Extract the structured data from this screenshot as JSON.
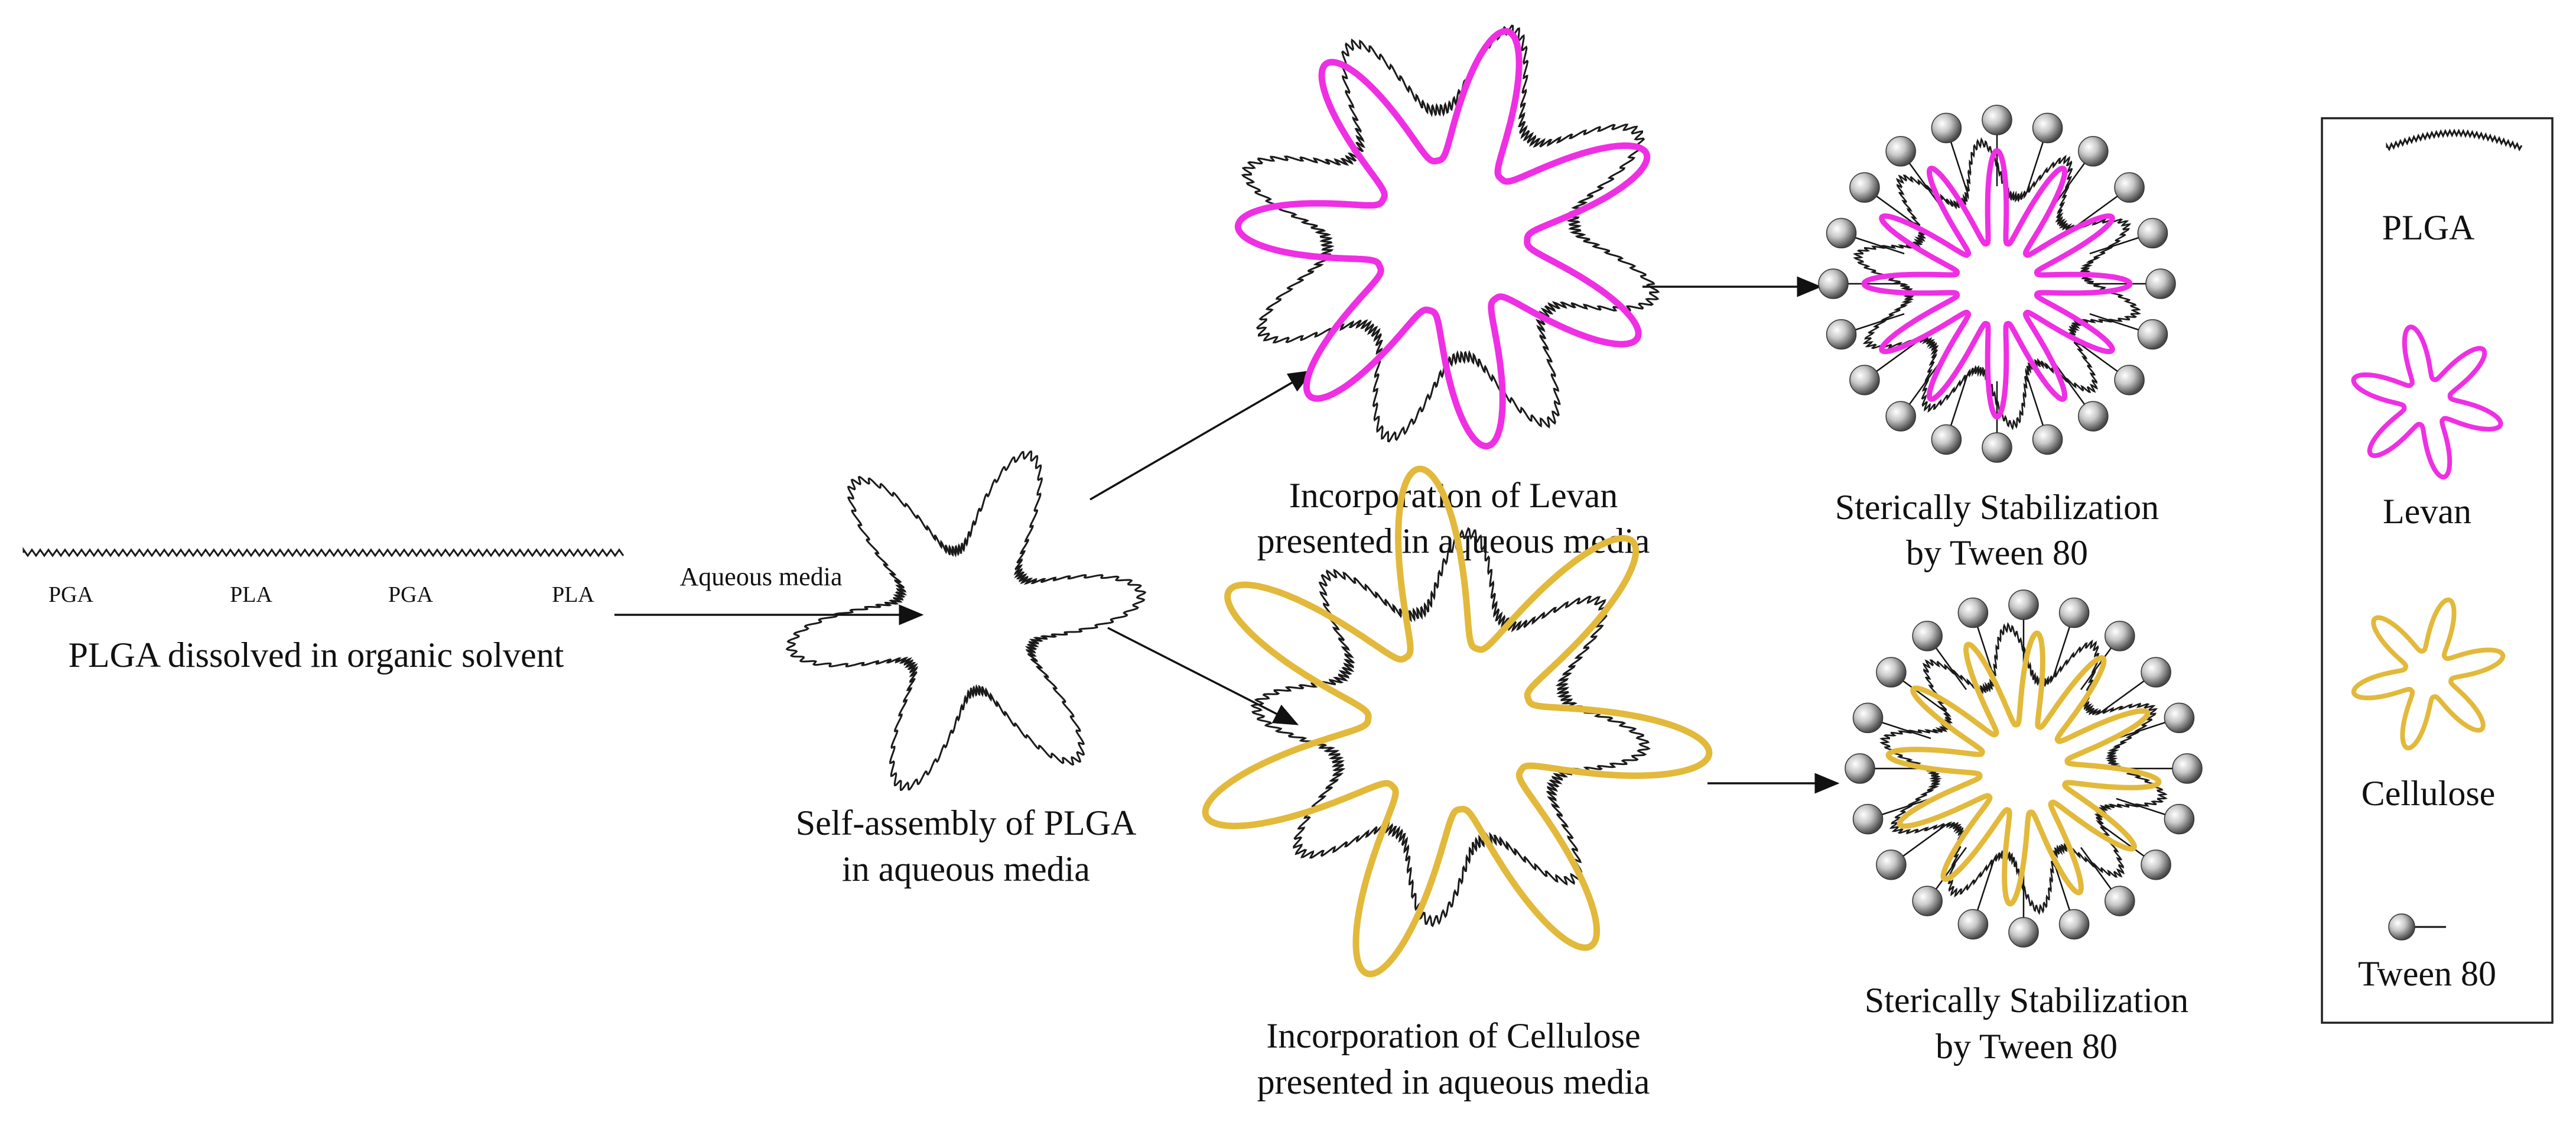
{
  "colors": {
    "levan": "#ef2fe4",
    "cellulose": "#e2b93b",
    "plga": "#1a1a1a",
    "tween_ball": "#9a9a9a"
  },
  "chain": {
    "segments": [
      "PGA",
      "PLA",
      "PGA",
      "PLA"
    ],
    "caption": "PLGA dissolved in organic solvent"
  },
  "arrow_main_label": "Aqueous media",
  "self_assembly_caption": [
    "Self-assembly of PLGA",
    "in aqueous media"
  ],
  "levan_caption": [
    "Incorporation of Levan",
    "presented in aqueous media"
  ],
  "cellulose_caption": [
    "Incorporation of Cellulose",
    "presented in aqueous media"
  ],
  "stabilization_top_caption": [
    "Sterically Stabilization",
    "by Tween 80"
  ],
  "stabilization_bottom_caption": [
    "Sterically Stabilization",
    "by Tween 80"
  ],
  "legend": {
    "items": [
      {
        "label": "PLGA",
        "icon": "plga-squiggle-icon"
      },
      {
        "label": "Levan",
        "icon": "levan-star-icon"
      },
      {
        "label": "Cellulose",
        "icon": "cellulose-star-icon"
      },
      {
        "label": "Tween 80",
        "icon": "tween-ball-icon"
      }
    ]
  }
}
